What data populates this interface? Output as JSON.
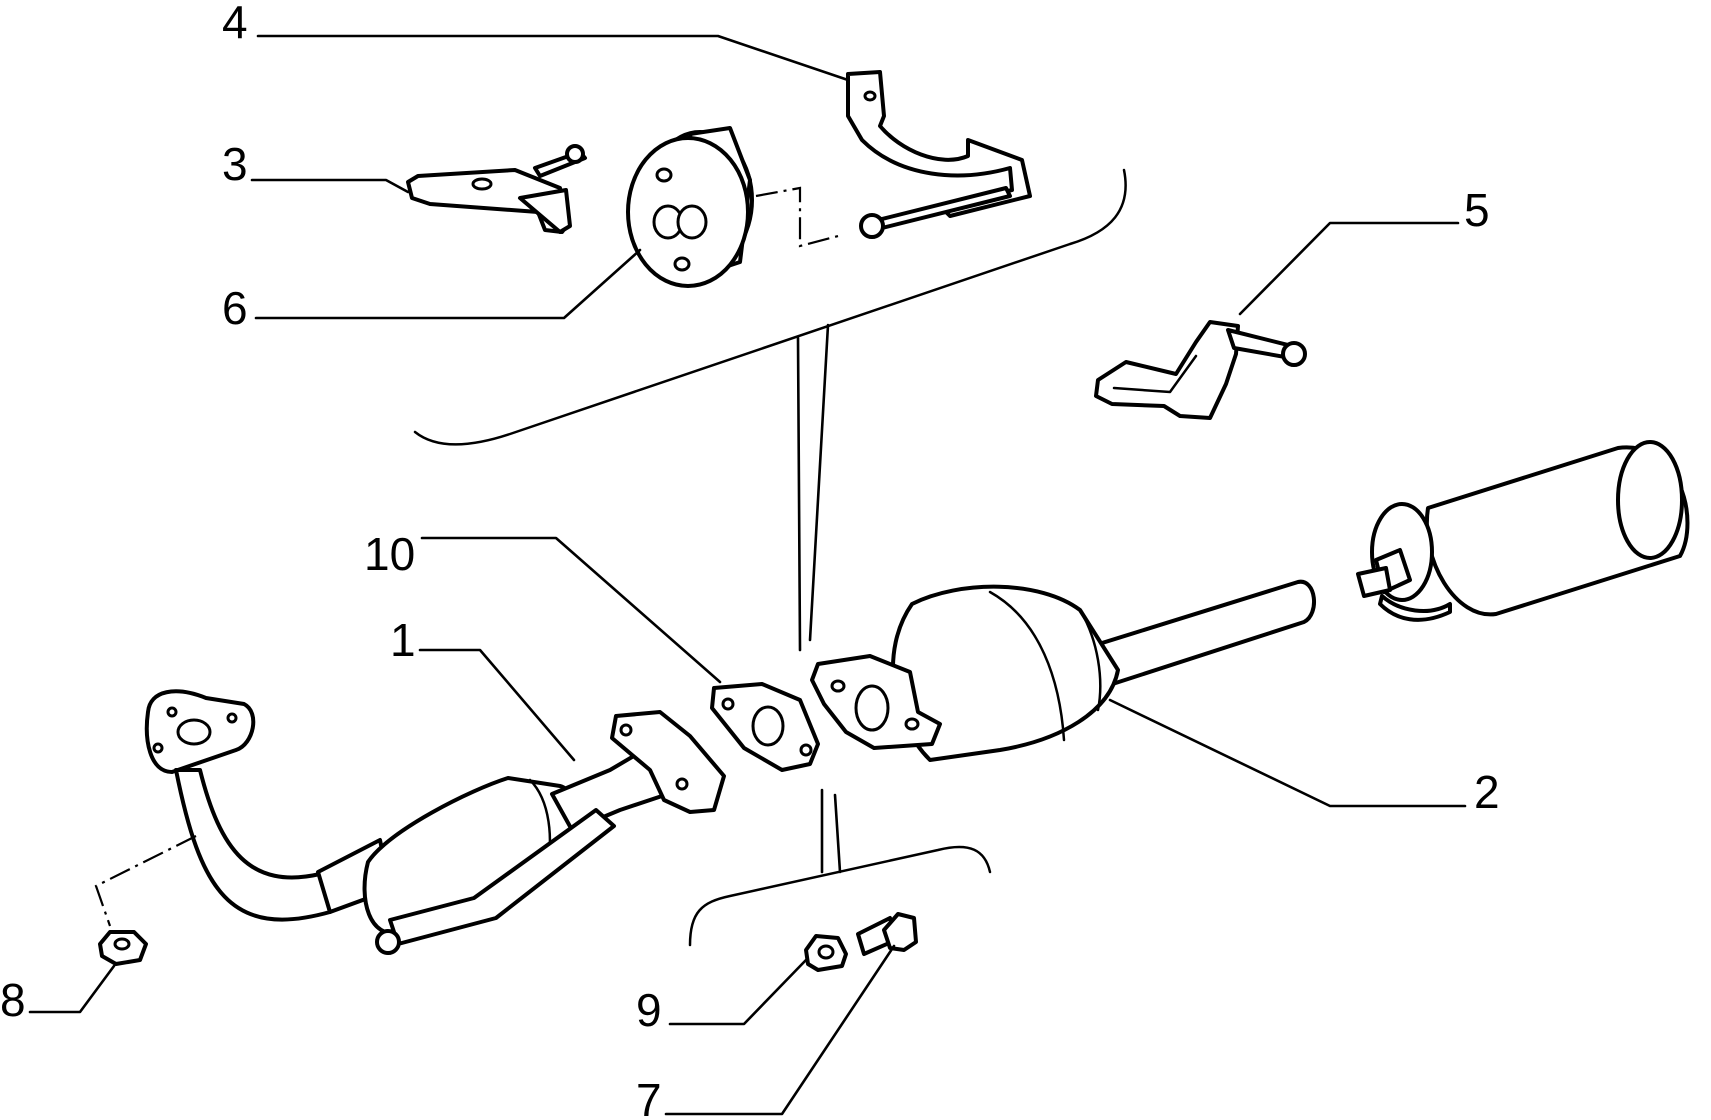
{
  "diagram": {
    "callouts": [
      {
        "id": "1",
        "text": "1"
      },
      {
        "id": "2",
        "text": "2"
      },
      {
        "id": "3",
        "text": "3"
      },
      {
        "id": "4",
        "text": "4"
      },
      {
        "id": "5",
        "text": "5"
      },
      {
        "id": "6",
        "text": "6"
      },
      {
        "id": "7",
        "text": "7"
      },
      {
        "id": "8",
        "text": "8"
      },
      {
        "id": "9",
        "text": "9"
      },
      {
        "id": "10",
        "text": "10"
      }
    ],
    "parts": [
      {
        "callout": "1",
        "icon": "front-exhaust-pipe-icon"
      },
      {
        "callout": "2",
        "icon": "catalytic-converter-icon"
      },
      {
        "callout": "3",
        "icon": "support-bracket-icon"
      },
      {
        "callout": "4",
        "icon": "hanger-bracket-icon"
      },
      {
        "callout": "5",
        "icon": "mounting-bracket-icon"
      },
      {
        "callout": "6",
        "icon": "rubber-mount-icon"
      },
      {
        "callout": "7",
        "icon": "bolt-icon"
      },
      {
        "callout": "8",
        "icon": "nut-icon"
      },
      {
        "callout": "9",
        "icon": "nut-icon"
      },
      {
        "callout": "10",
        "icon": "gasket-icon"
      }
    ],
    "extra_part_icon": "rear-muffler-icon"
  }
}
